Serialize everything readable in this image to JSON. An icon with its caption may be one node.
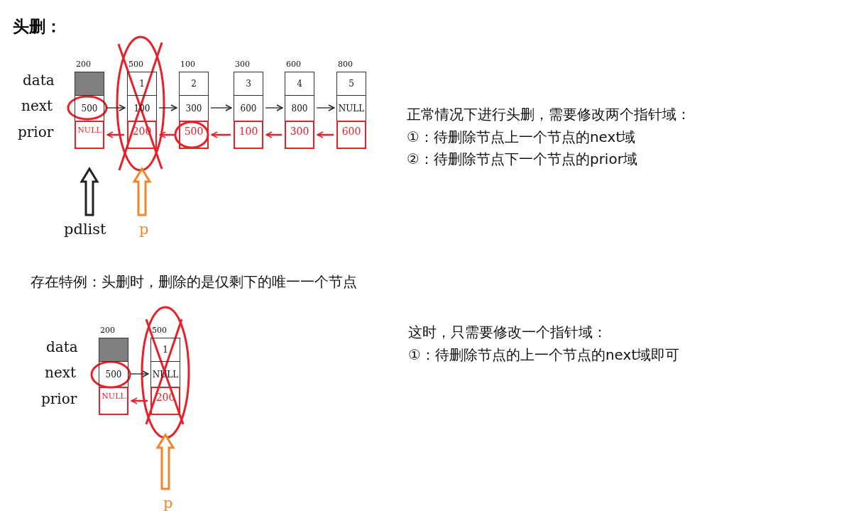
{
  "diagram": {
    "title": "头删：",
    "nodes": [
      {
        "text": [],
        "shape": "box",
        "beside": [
          "200"
        ]
      },
      {
        "text": [],
        "shape": "box",
        "in": 0
      },
      {
        "text": [
          "500"
        ],
        "in": 0
      },
      {
        "text": [
          "NULL"
        ],
        "in": 0
      },
      {
        "text": [],
        "shape": "box",
        "beside": [
          "500"
        ]
      },
      {
        "text": [
          "1"
        ],
        "in": 4
      },
      {
        "text": [
          "100"
        ],
        "in": 4
      },
      {
        "text": [
          "200"
        ],
        "in": 4
      },
      {
        "text": [],
        "shape": "box",
        "beside": [
          "100"
        ]
      },
      {
        "text": [
          "2"
        ],
        "in": 8
      },
      {
        "text": [
          "300"
        ],
        "in": 8
      },
      {
        "text": [
          "500"
        ],
        "in": 8
      },
      {
        "text": [],
        "shape": "box",
        "beside": [
          "300"
        ]
      },
      {
        "text": [
          "3"
        ],
        "in": 12
      },
      {
        "text": [
          "600"
        ],
        "in": 12
      },
      {
        "text": [
          "100"
        ],
        "in": 12
      },
      {
        "text": [],
        "shape": "box",
        "beside": [
          "600"
        ]
      },
      {
        "text": [
          "4"
        ],
        "in": 16
      },
      {
        "text": [
          "800"
        ],
        "in": 16
      },
      {
        "text": [
          "300"
        ],
        "in": 16
      },
      {
        "text": [],
        "shape": "box",
        "beside": [
          "800"
        ]
      },
      {
        "text": [
          "5"
        ],
        "in": 20
      },
      {
        "text": [
          "NULL"
        ],
        "in": 20
      },
      {
        "text": [
          "600"
        ],
        "in": 20
      },
      {
        "text": [
          "pdlist"
        ]
      },
      {
        "text": [
          "p"
        ]
      },
      {
        "text": [],
        "shape": "box",
        "beside": [
          "200"
        ]
      },
      {
        "text": [],
        "shape": "box",
        "in": 26
      },
      {
        "text": [
          "500"
        ],
        "in": 26
      },
      {
        "text": [
          "NULL"
        ],
        "in": 26
      },
      {
        "text": [],
        "shape": "box",
        "beside": [
          "500"
        ]
      },
      {
        "text": [
          "1"
        ],
        "in": 30
      },
      {
        "text": [
          "NULL"
        ],
        "in": 30
      },
      {
        "text": [
          "200"
        ],
        "in": 30
      },
      {
        "text": [
          "p"
        ]
      }
    ],
    "edges": [
      {
        "from": 2,
        "to": 6,
        "arrow": "to"
      },
      {
        "from": 6,
        "to": 10,
        "arrow": "to"
      },
      {
        "from": 10,
        "to": 14,
        "arrow": "to"
      },
      {
        "from": 14,
        "to": 18,
        "arrow": "to"
      },
      {
        "from": 18,
        "to": 22,
        "arrow": "to"
      },
      {
        "from": 7,
        "to": 3,
        "arrow": "to",
        "color": "#e8202a"
      },
      {
        "from": 11,
        "to": 7,
        "arrow": "to",
        "color": "#e8202a"
      },
      {
        "from": 15,
        "to": 11,
        "arrow": "to",
        "color": "#e8202a"
      },
      {
        "from": 19,
        "to": 15,
        "arrow": "to",
        "color": "#e8202a"
      },
      {
        "from": 23,
        "to": 19,
        "arrow": "to",
        "color": "#e8202a"
      },
      {
        "from": 24,
        "to": 0,
        "arrow": "to",
        "style": "thick"
      },
      {
        "from": 25,
        "to": 4,
        "arrow": "to",
        "style": "thick",
        "color": "#f5852a"
      },
      {
        "from": 28,
        "to": 32,
        "arrow": "to"
      },
      {
        "from": 33,
        "to": 29,
        "arrow": "to",
        "color": "#e8202a"
      },
      {
        "from": 34,
        "to": 30,
        "arrow": "to",
        "style": "thick",
        "color": "#f5852a"
      }
    ],
    "labels": [
      "data",
      "next",
      "prior",
      "正常情况下进行头删，需要修改两个指针域：",
      "①：待删除节点上一个节点的next域",
      "②：待删除节点下一个节点的prior域",
      "存在特例：头删时，删除的是仅剩下的唯一一个节点",
      "data",
      "next",
      "prior",
      "这时，只需要修改一个指针域：",
      "①：待删除节点的上一个节点的next域即可"
    ]
  }
}
